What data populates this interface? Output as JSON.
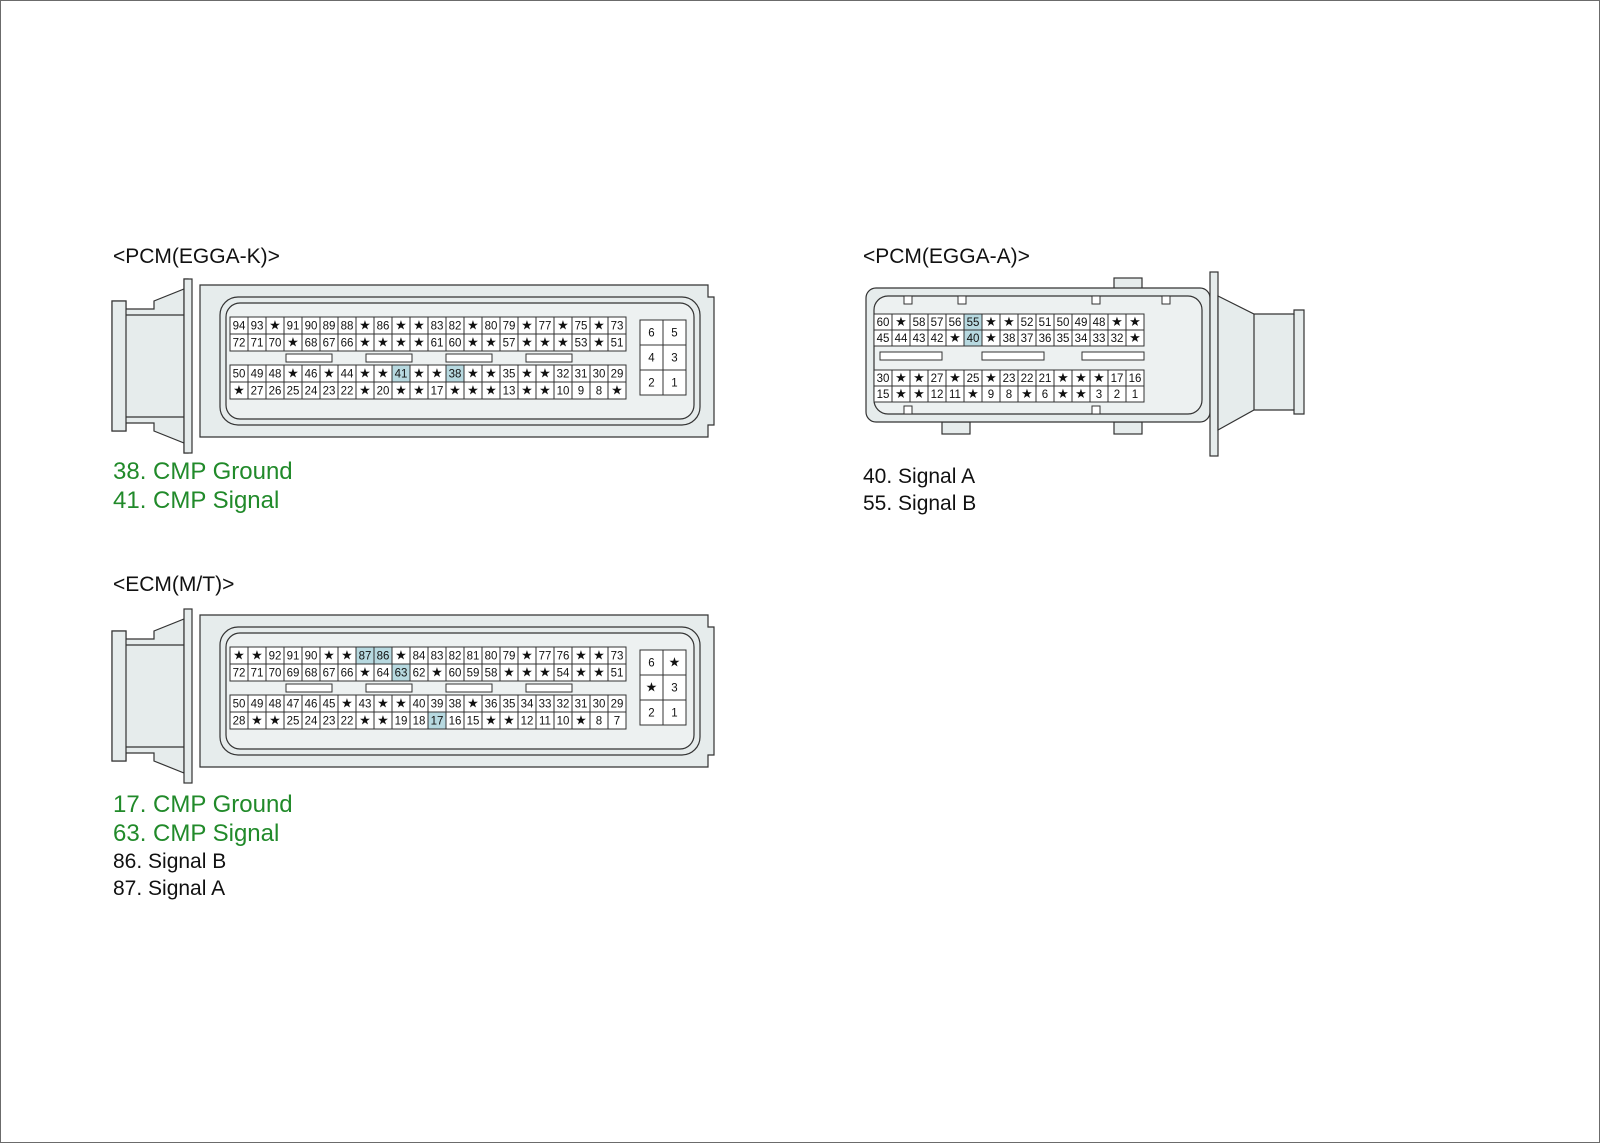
{
  "connectors": [
    {
      "id": "pcm-egga-k",
      "title": "<PCM(EGGA-K)>",
      "legend": [
        {
          "text": "38. CMP Ground",
          "color": "green"
        },
        {
          "text": "41. CMP Signal",
          "color": "green"
        }
      ],
      "rows": [
        [
          "94",
          "93",
          "★",
          "91",
          "90",
          "89",
          "88",
          "★",
          "86",
          "★",
          "★",
          "83",
          "82",
          "★",
          "80",
          "79",
          "★",
          "77",
          "★",
          "75",
          "★",
          "73"
        ],
        [
          "72",
          "71",
          "70",
          "★",
          "68",
          "67",
          "66",
          "★",
          "★",
          "★",
          "★",
          "61",
          "60",
          "★",
          "★",
          "57",
          "★",
          "★",
          "★",
          "53",
          "★",
          "51"
        ],
        [
          "50",
          "49",
          "48",
          "★",
          "46",
          "★",
          "44",
          "★",
          "★",
          "41",
          "★",
          "★",
          "38",
          "★",
          "★",
          "35",
          "★",
          "★",
          "32",
          "31",
          "30",
          "29"
        ],
        [
          "★",
          "27",
          "26",
          "25",
          "24",
          "23",
          "22",
          "★",
          "20",
          "★",
          "★",
          "17",
          "★",
          "★",
          "★",
          "13",
          "★",
          "★",
          "10",
          "9",
          "8",
          "★"
        ]
      ],
      "side": [
        [
          "6",
          "5"
        ],
        [
          "4",
          "3"
        ],
        [
          "2",
          "1"
        ]
      ],
      "highlight": [
        "41",
        "38"
      ]
    },
    {
      "id": "ecm-mt",
      "title": "<ECM(M/T)>",
      "legend": [
        {
          "text": "17. CMP Ground",
          "color": "green"
        },
        {
          "text": "63. CMP Signal",
          "color": "green"
        },
        {
          "text": "86. Signal B",
          "color": "black"
        },
        {
          "text": "87. Signal A",
          "color": "black"
        }
      ],
      "rows": [
        [
          "★",
          "★",
          "92",
          "91",
          "90",
          "★",
          "★",
          "87",
          "86",
          "★",
          "84",
          "83",
          "82",
          "81",
          "80",
          "79",
          "★",
          "77",
          "76",
          "★",
          "★",
          "73"
        ],
        [
          "72",
          "71",
          "70",
          "69",
          "68",
          "67",
          "66",
          "★",
          "64",
          "63",
          "62",
          "★",
          "60",
          "59",
          "58",
          "★",
          "★",
          "★",
          "54",
          "★",
          "★",
          "51"
        ],
        [
          "50",
          "49",
          "48",
          "47",
          "46",
          "45",
          "★",
          "43",
          "★",
          "★",
          "40",
          "39",
          "38",
          "★",
          "36",
          "35",
          "34",
          "33",
          "32",
          "31",
          "30",
          "29"
        ],
        [
          "28",
          "★",
          "★",
          "25",
          "24",
          "23",
          "22",
          "★",
          "★",
          "19",
          "18",
          "17",
          "16",
          "15",
          "★",
          "★",
          "12",
          "11",
          "10",
          "★",
          "8",
          "7"
        ]
      ],
      "side": [
        [
          "6",
          "★"
        ],
        [
          "★",
          "3"
        ],
        [
          "2",
          "1"
        ]
      ],
      "highlight": [
        "87",
        "86",
        "63",
        "17"
      ]
    },
    {
      "id": "pcm-egga-a",
      "title": "<PCM(EGGA-A)>",
      "legend": [
        {
          "text": "40. Signal A",
          "color": "black"
        },
        {
          "text": "55. Signal B",
          "color": "black"
        }
      ],
      "rows": [
        [
          "60",
          "★",
          "58",
          "57",
          "56",
          "55",
          "★",
          "★",
          "52",
          "51",
          "50",
          "49",
          "48",
          "★",
          "★"
        ],
        [
          "45",
          "44",
          "43",
          "42",
          "★",
          "40",
          "★",
          "38",
          "37",
          "36",
          "35",
          "34",
          "33",
          "32",
          "★"
        ],
        [
          "30",
          "★",
          "★",
          "27",
          "★",
          "25",
          "★",
          "23",
          "22",
          "21",
          "★",
          "★",
          "★",
          "17",
          "16"
        ],
        [
          "15",
          "★",
          "★",
          "12",
          "11",
          "★",
          "9",
          "8",
          "★",
          "6",
          "★",
          "★",
          "3",
          "2",
          "1"
        ]
      ],
      "highlight": [
        "55",
        "40"
      ]
    }
  ]
}
